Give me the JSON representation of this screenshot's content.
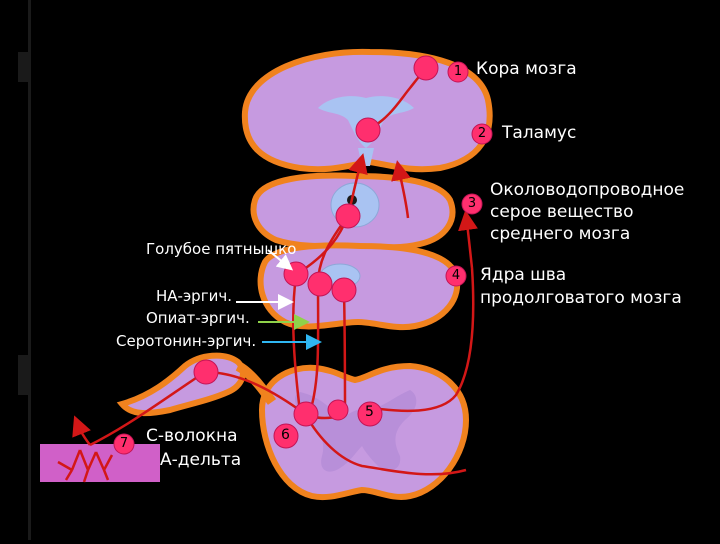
{
  "labels": {
    "cortex": "Кора мозга",
    "thalamus": "Таламус",
    "pag": "Околоводопроводное серое вещество среднего мозга",
    "raphe_line1": "Ядра шва",
    "raphe_line2": "продолговатого мозга",
    "locus": "Голубое пятнышко",
    "ne": "НА-эргич.",
    "opiate": "Опиат-эргич.",
    "serotonin": "Серотонин-эргич.",
    "fibers_c": "С-волокна",
    "fibers_a": "А-дельта"
  },
  "numbers": {
    "n1": "1",
    "n2": "2",
    "n3": "3",
    "n4": "4",
    "n5": "5",
    "n6": "6",
    "n7": "7"
  },
  "colors": {
    "background": "#000000",
    "tissue_outline": "#f0821e",
    "tissue_fill": "#c69ae0",
    "ventricle": "#a9c3f2",
    "neuron": "#ff2f6e",
    "pathway": "#d31717",
    "ne_arrow": "#ffffff",
    "opiate_arrow": "#8fd24a",
    "serotonin_arrow": "#2fb7f2",
    "skin": "#d060c8"
  }
}
